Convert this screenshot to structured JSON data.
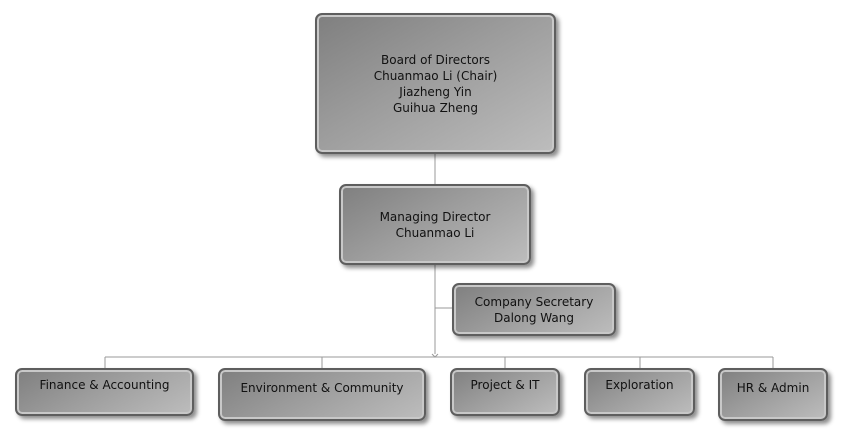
{
  "board": {
    "title": "Board of Directors",
    "members": [
      "Chuanmao Li (Chair)",
      "Jiazheng Yin",
      "Guihua Zheng"
    ]
  },
  "managing_director": {
    "title": "Managing Director",
    "name": "Chuanmao Li"
  },
  "company_secretary": {
    "title": "Company Secretary",
    "name": "Dalong Wang"
  },
  "departments": [
    "Finance & Accounting",
    "Environment & Community",
    "Project & IT",
    "Exploration",
    "HR & Admin"
  ],
  "colors": {
    "node_fill": "#9c9c9c",
    "node_border": "#5e5e5e",
    "connector": "#9a9a9a"
  }
}
